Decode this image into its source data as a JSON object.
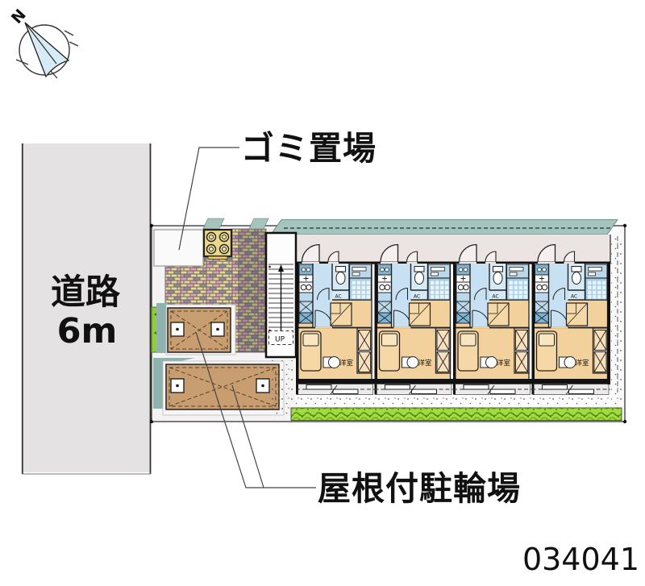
{
  "labels": {
    "garbage_area": "ゴミ置場",
    "road": "道路",
    "road_width": "6m",
    "covered_bicycle_parking": "屋根付駐輪場",
    "plan_number": "034041",
    "stairs_up": "UP",
    "western_room": "洋室",
    "air_conditioner": "AC",
    "compass_north": "N"
  },
  "plan": {
    "type": "site-floor-plan",
    "apartment_units": 4,
    "road_width_meters": "6m",
    "features": [
      "garbage-area",
      "brick-approach",
      "staircase",
      "covered-bicycle-parking-2",
      "hedge",
      "balconies"
    ]
  },
  "colors": {
    "road_gray": "#e4e2e2",
    "roof_band_teal": "#a5c4bd",
    "roof_shadow_teal": "#8fb3ac",
    "brick_yellow": "#e6d88e",
    "brick_pink": "#dfa0b2",
    "brick_gray": "#8f8c96",
    "wet_area_blue": "#d5e9f6",
    "hall_blue": "#c8e1f2",
    "bath_blue": "#a6cee8",
    "room_tan": "#f3d19d",
    "bike_roof_brown": "#c89e71",
    "hedge_green": "#9fdd3d",
    "walkway_pink": "#ece3e3",
    "compass_needle": "#d6ebf5",
    "text_black": "#111111"
  }
}
